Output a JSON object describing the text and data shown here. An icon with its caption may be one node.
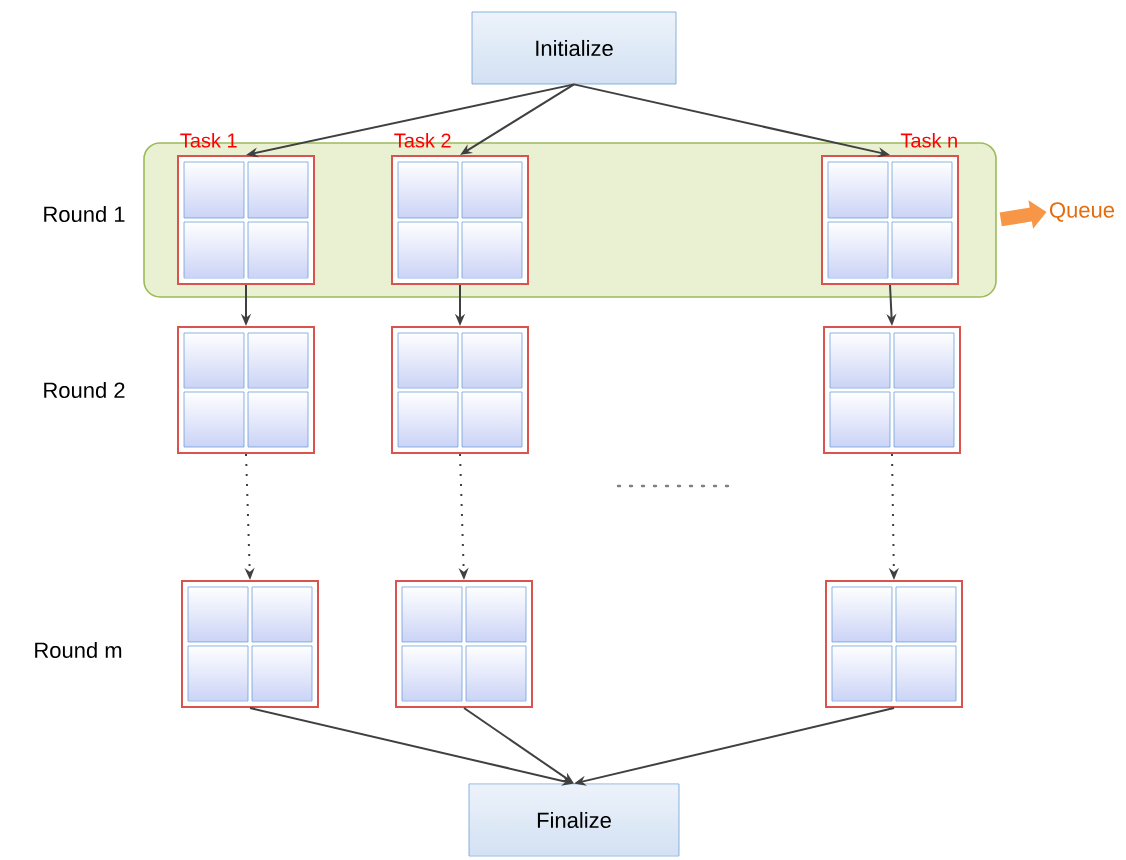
{
  "diagram": {
    "nodes": [
      {
        "text": [
          "Initialize"
        ]
      },
      {
        "text": [],
        "shape": "band"
      },
      {
        "text": [
          "Task 1"
        ],
        "in": 1
      },
      {
        "text": [
          "Task 2"
        ],
        "in": 1
      },
      {
        "text": [
          "Task n"
        ],
        "in": 1
      },
      {
        "text": [],
        "shape": "box"
      },
      {
        "text": [],
        "shape": "box"
      },
      {
        "text": [],
        "shape": "box"
      },
      {
        "text": [],
        "shape": "box"
      },
      {
        "text": [],
        "shape": "box"
      },
      {
        "text": [],
        "shape": "box"
      },
      {
        "text": [
          "Finalize"
        ]
      },
      {
        "text": [
          "Queue"
        ]
      }
    ],
    "edges": [
      {
        "from": 0,
        "to": 2,
        "arrow": "to"
      },
      {
        "from": 0,
        "to": 3,
        "arrow": "to"
      },
      {
        "from": 0,
        "to": 4,
        "arrow": "to"
      },
      {
        "from": 2,
        "to": 5,
        "arrow": "to"
      },
      {
        "from": 3,
        "to": 6,
        "arrow": "to"
      },
      {
        "from": 4,
        "to": 7,
        "arrow": "to"
      },
      {
        "from": 5,
        "to": 8,
        "arrow": "to",
        "style": "dashed"
      },
      {
        "from": 6,
        "to": 9,
        "arrow": "to",
        "style": "dashed"
      },
      {
        "from": 7,
        "to": 10,
        "arrow": "to",
        "style": "dashed"
      },
      {
        "from": 8,
        "to": 11,
        "arrow": "to"
      },
      {
        "from": 9,
        "to": 11,
        "arrow": "to"
      },
      {
        "from": 10,
        "to": 11,
        "arrow": "to"
      },
      {
        "from": 1,
        "to": 12,
        "arrow": "to",
        "style": "thick",
        "color": "#f79646"
      }
    ],
    "labels": [
      "Round 1",
      "Round 2",
      "Round m"
    ]
  }
}
